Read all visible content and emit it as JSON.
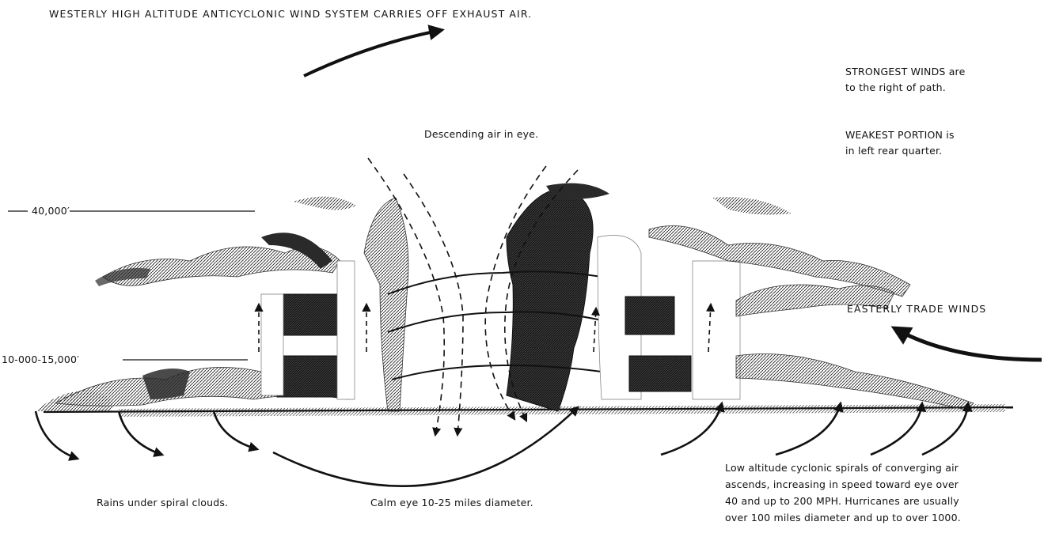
{
  "labels": {
    "top_title": "WESTERLY HIGH ALTITUDE ANTICYCLONIC WIND SYSTEM CARRIES OFF EXHAUST AIR.",
    "strongest_line1": "STRONGEST WINDS are",
    "strongest_line2": "to the right of path.",
    "weakest_line1": "WEAKEST PORTION is",
    "weakest_line2": "in left rear quarter.",
    "descending": "Descending air in eye.",
    "altitude_high": "40,000′",
    "altitude_mid": "10-000-15,000′",
    "easterly": "EASTERLY TRADE WINDS",
    "rains": "Rains under spiral clouds.",
    "calm_eye": "Calm eye 10-25 miles diameter.",
    "low_alt_line1": "Low altitude cyclonic spirals of converging air",
    "low_alt_line2": "ascends, increasing in speed toward eye over",
    "low_alt_line3": "40 and up to 200 MPH. Hurricanes are usually",
    "low_alt_line4": "over 100 miles diameter and up to over 1000."
  },
  "colors": {
    "ink": "#111111",
    "cloud_shade": "#2a2a2a",
    "cloud_light": "#9a9a9a",
    "background": "#ffffff"
  }
}
